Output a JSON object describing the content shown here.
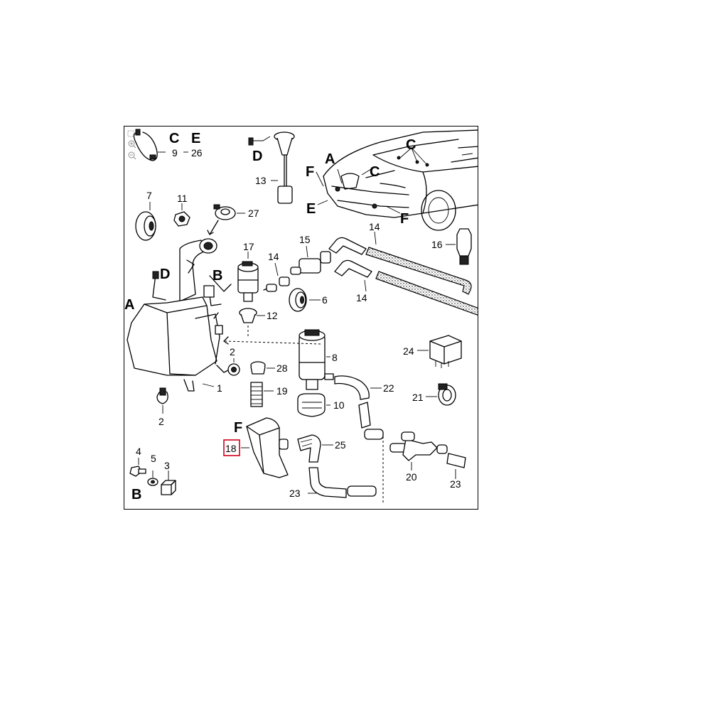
{
  "diagram": {
    "callouts": {
      "c1": "1",
      "c2": "2",
      "c3": "3",
      "c4": "4",
      "c5": "5",
      "c6": "6",
      "c7": "7",
      "c8": "8",
      "c9": "9",
      "c10": "10",
      "c11": "11",
      "c12": "12",
      "c13": "13",
      "c14a": "14",
      "c14b": "14",
      "c14c": "14",
      "c15": "15",
      "c16": "16",
      "c17": "17",
      "c18": "18",
      "c19": "19",
      "c20": "20",
      "c21": "21",
      "c22": "22",
      "c23a": "23",
      "c23b": "23",
      "c24": "24",
      "c25": "25",
      "c26": "26",
      "c27": "27",
      "c28": "28"
    },
    "letters": {
      "a_tank": "A",
      "a_car": "A",
      "b_tank": "B",
      "b_bolt": "B",
      "c_inset": "C",
      "e_inset": "E",
      "c_car1": "C",
      "c_car2": "C",
      "d_cap": "D",
      "d_tank": "D",
      "e_car": "E",
      "f_car1": "F",
      "f_car2": "F",
      "f_nozzle": "F"
    },
    "highlighted_callout": "18",
    "highlight_color": "#d0001b"
  },
  "viewer": {
    "icons": [
      "fit-page-icon",
      "zoom-in-icon",
      "zoom-out-icon"
    ]
  }
}
